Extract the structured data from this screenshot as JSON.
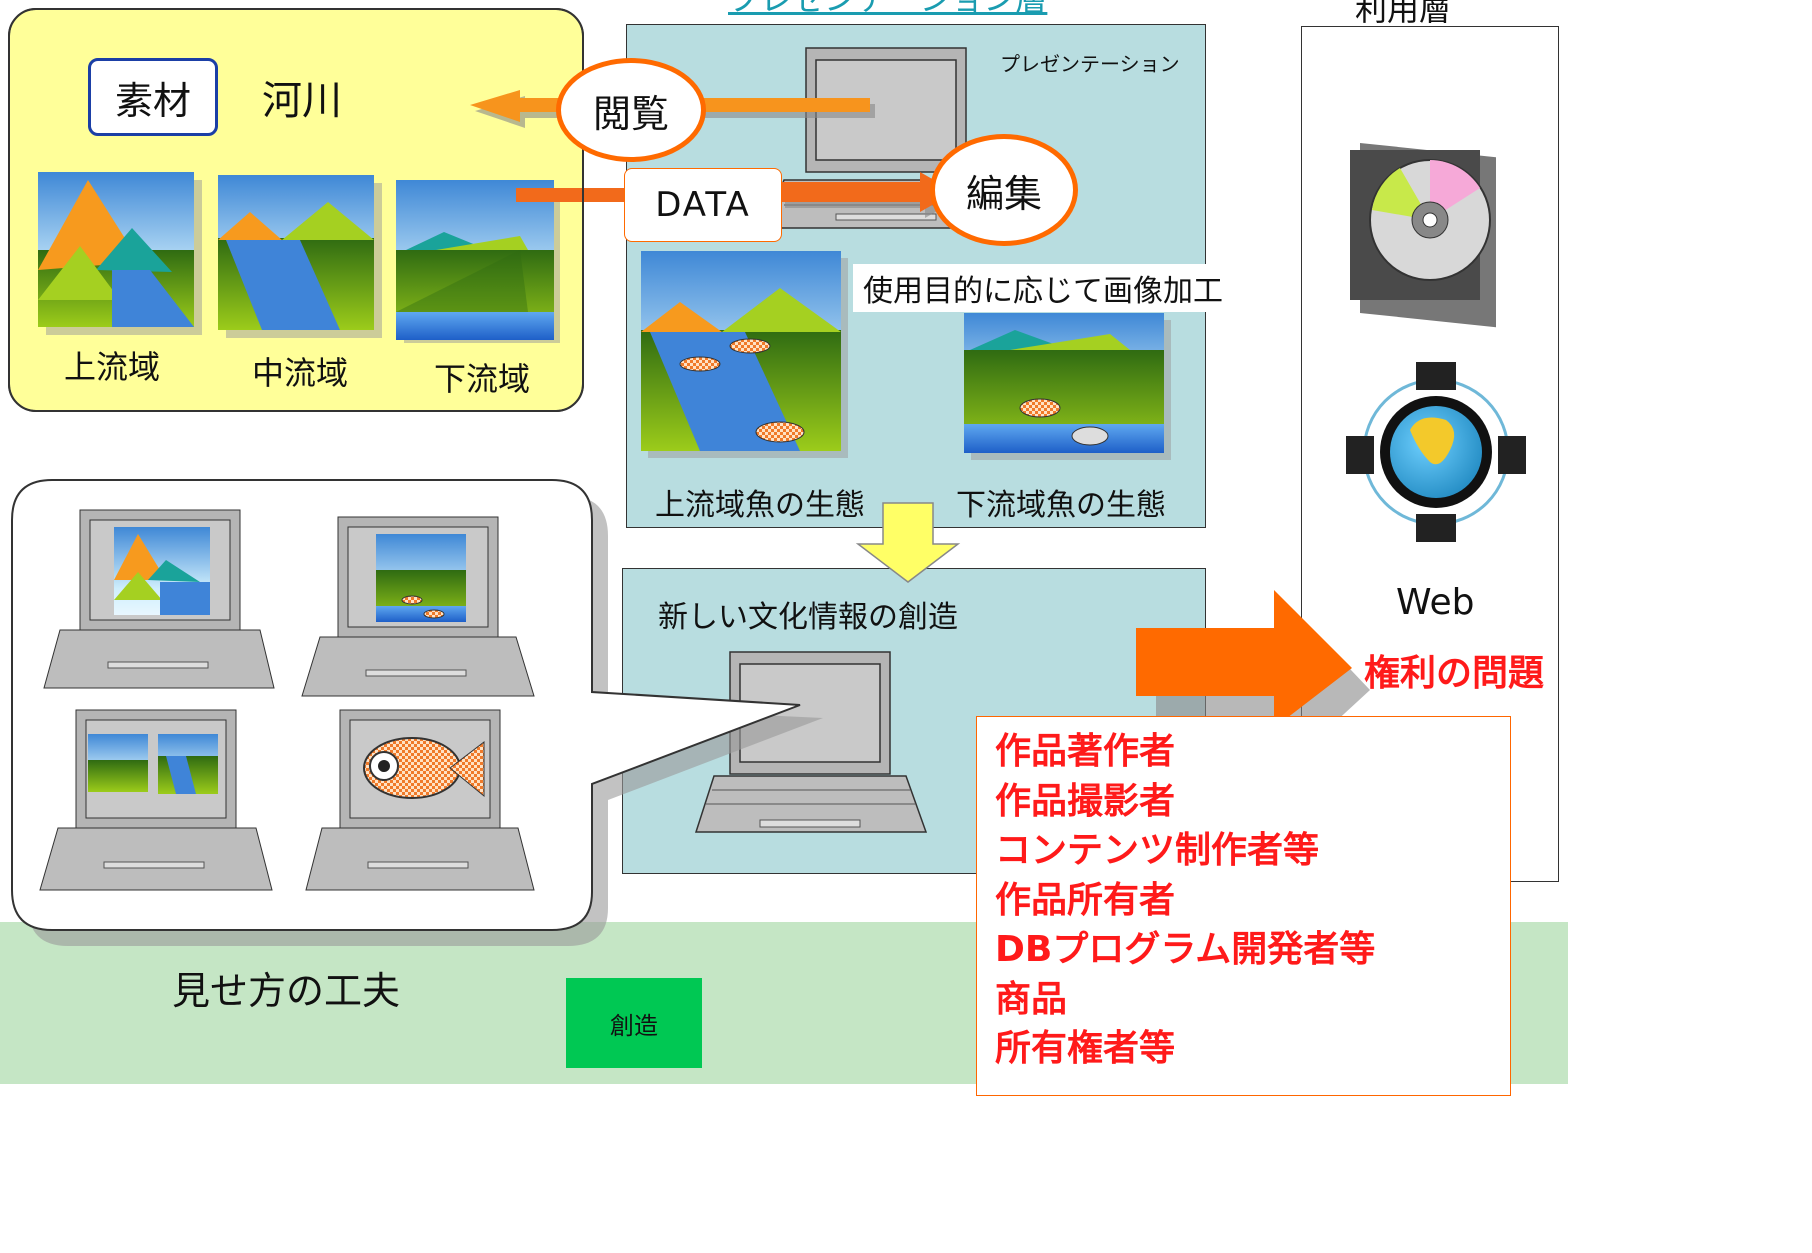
{
  "header": {
    "presentation_layer": "プレゼンテーション層",
    "usage_layer": "利用層"
  },
  "source": {
    "material_badge": "素材",
    "title": "河川",
    "zones": [
      "上流域",
      "中流域",
      "下流域"
    ]
  },
  "actions": {
    "view": "閲覧",
    "data": "DATA",
    "edit": "編集"
  },
  "presentation": {
    "small_label": "プレゼンテーション",
    "processing_note": "使用目的に応じて画像加工",
    "ecology_labels": [
      "上流域魚の生態",
      "下流域魚の生態"
    ]
  },
  "creation": {
    "label": "新しい文化情報の創造"
  },
  "usage": {
    "web_label": "Web",
    "rights_title": "権利の問題"
  },
  "rights_list": [
    "作品著作者",
    "作品撮影者",
    "コンテンツ制作者等",
    "作品所有者",
    "DBプログラム開発者等",
    "商品",
    "所有権者等"
  ],
  "footer": {
    "presentation_tip": "見せ方の工夫",
    "create_button": "創造"
  },
  "colors": {
    "accent_orange": "#ff6a00",
    "rights_red": "#ff1a1a",
    "panel_teal": "#b8dde0",
    "panel_yellow": "#ffff99",
    "band_green": "#c5e6c5",
    "button_green": "#00c853"
  }
}
